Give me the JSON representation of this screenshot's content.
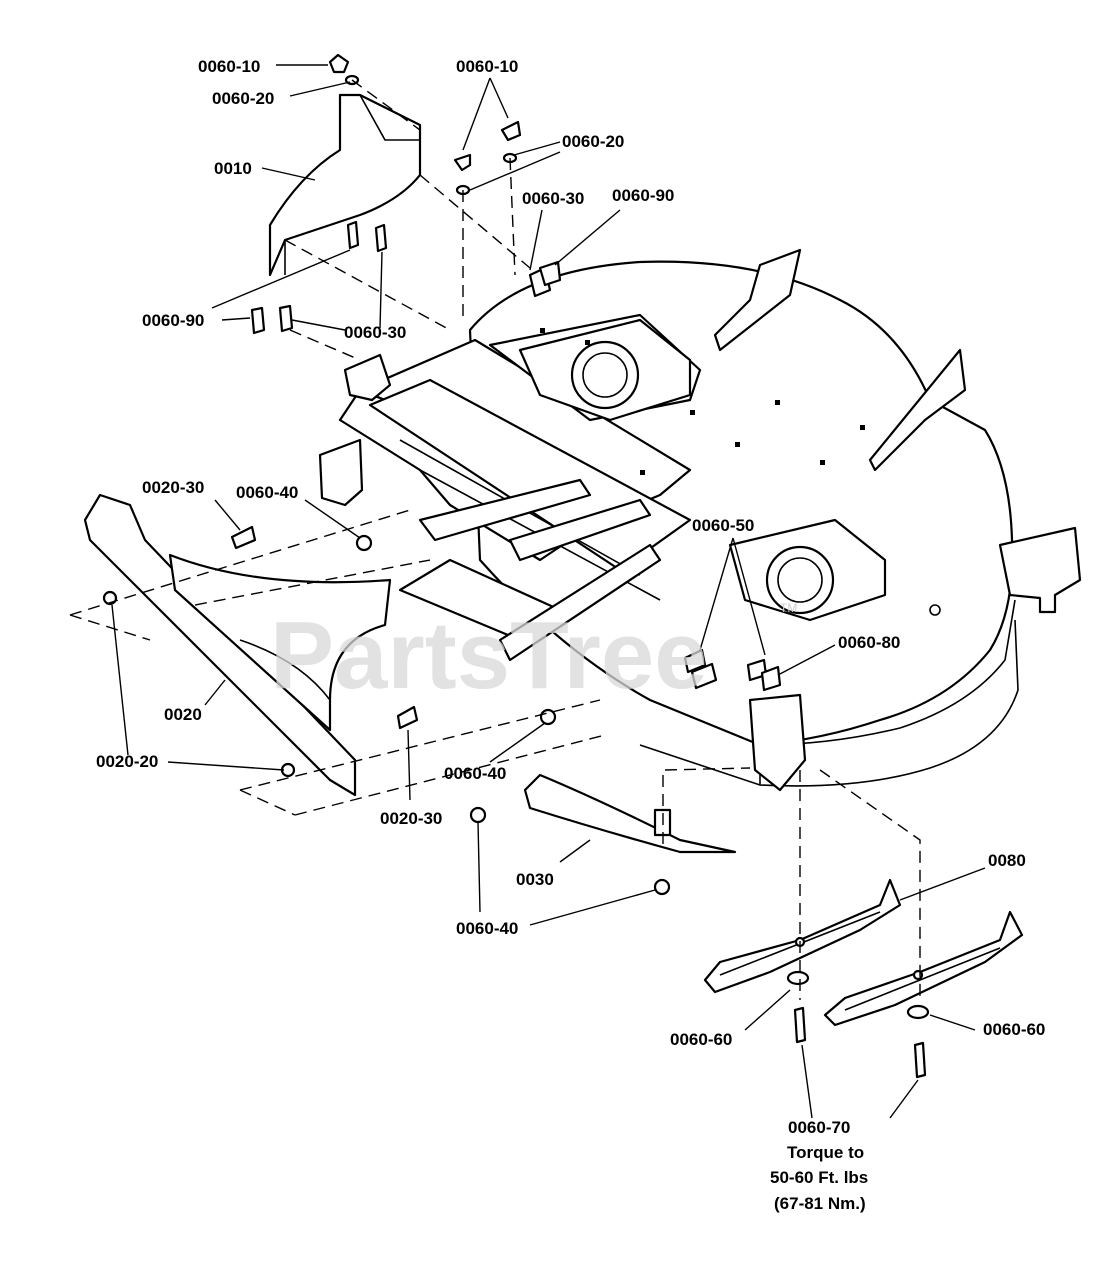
{
  "watermark": {
    "text": "PartsTree",
    "tm": "TM"
  },
  "labels": {
    "l_0060_10_a": "0060-10",
    "l_0060_20_a": "0060-20",
    "l_0060_10_b": "0060-10",
    "l_0060_20_b": "0060-20",
    "l_0010": "0010",
    "l_0060_30_a": "0060-30",
    "l_0060_90_a": "0060-90",
    "l_0060_90_b": "0060-90",
    "l_0060_30_b": "0060-30",
    "l_0020_30_a": "0020-30",
    "l_0060_40_a": "0060-40",
    "l_0060_50": "0060-50",
    "l_0060_80": "0060-80",
    "l_0020": "0020",
    "l_0020_20": "0020-20",
    "l_0060_40_b": "0060-40",
    "l_0020_30_b": "0020-30",
    "l_0030": "0030",
    "l_0060_40_c": "0060-40",
    "l_0080": "0080",
    "l_0060_60_a": "0060-60",
    "l_0060_60_b": "0060-60",
    "l_0060_70": "0060-70"
  },
  "torque_note": {
    "line1": "Torque to",
    "line2": "50-60 Ft. lbs",
    "line3": "(67-81 Nm.)"
  }
}
